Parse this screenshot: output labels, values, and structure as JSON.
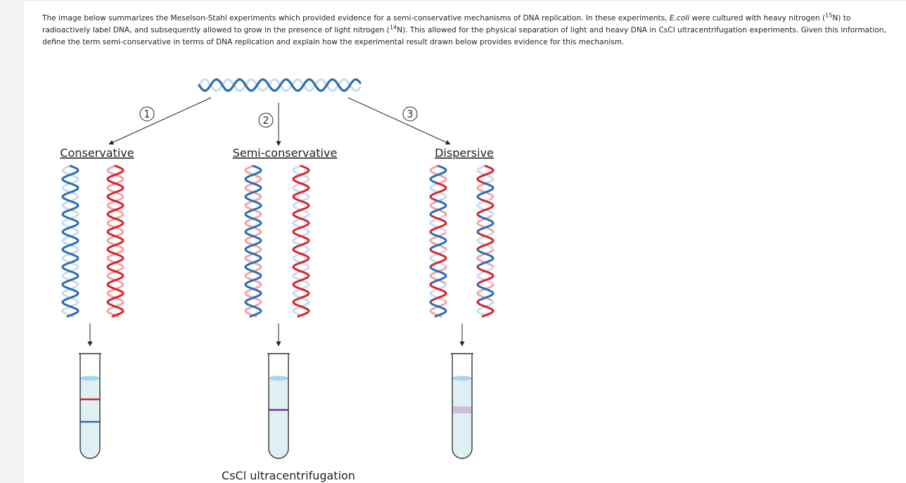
{
  "question": {
    "part1": "The image below summarizes the Meselson-Stahl experiments which provided evidence for a semi-conservative mechanisms of DNA replication. In these experiments, ",
    "organism": "E.coli",
    "part2": " were cultured with heavy nitrogen (",
    "heavy_mass": "15",
    "heavy_elem": "N) to radioactively label DNA, and subsequently allowed to grow in the presence of light nitrogen (",
    "light_mass": "14",
    "light_elem": "N). This allowed for the physical separation of light and heavy DNA in CsCl ultracentrifugation experiments.  Given this information, define the term semi-conservative in terms of DNA replication and explain how the experimental result drawn below provides evidence for this mechanism."
  },
  "diagram": {
    "models": [
      {
        "number": "1",
        "title": "Conservative",
        "band_colors": [
          "#d8242e",
          "#2a6db3"
        ],
        "band_level": [
          0.3,
          0.62
        ]
      },
      {
        "number": "2",
        "title": "Semi-conservative",
        "band_colors": [
          "#7a2f8f"
        ],
        "band_level": [
          0.45
        ]
      },
      {
        "number": "3",
        "title": "Dispersive",
        "band_colors": [
          "#b88ac8"
        ],
        "band_level": [
          0.45
        ]
      }
    ],
    "caption": "CsCl ultracentrifugation",
    "colors": {
      "heavy": "#2a6db3",
      "light": "#d8242e",
      "heavy_pale": "#c9dcef",
      "light_pale": "#f2a5a8",
      "medium": "#dff0f5"
    }
  }
}
